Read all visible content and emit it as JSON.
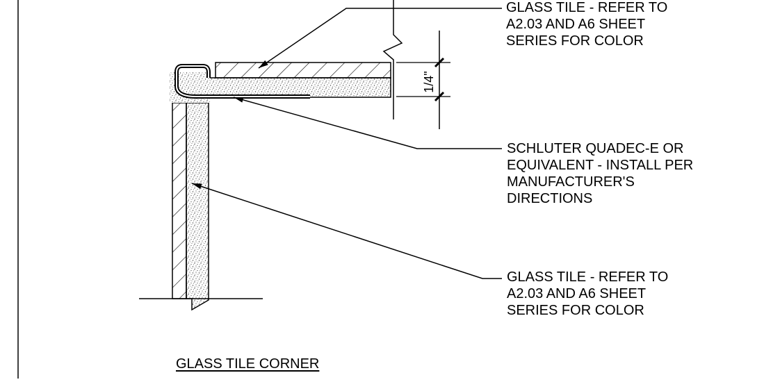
{
  "notes": {
    "glass_tile_top": [
      "GLASS TILE - REFER TO",
      "A2.03 AND A6 SHEET",
      "SERIES FOR COLOR"
    ],
    "schluter": [
      "SCHLUTER QUADEC-E OR",
      "EQUIVALENT  - INSTALL PER",
      "MANUFACTURER'S",
      "DIRECTIONS"
    ],
    "glass_tile_bottom": [
      "GLASS TILE - REFER TO",
      "A2.03 AND A6 SHEET",
      "SERIES FOR COLOR"
    ]
  },
  "dimension": "1/4\"",
  "title": "GLASS TILE CORNER",
  "colors": {
    "ink": "#000000",
    "paper": "#ffffff",
    "mortar_speckle": "#444444"
  }
}
